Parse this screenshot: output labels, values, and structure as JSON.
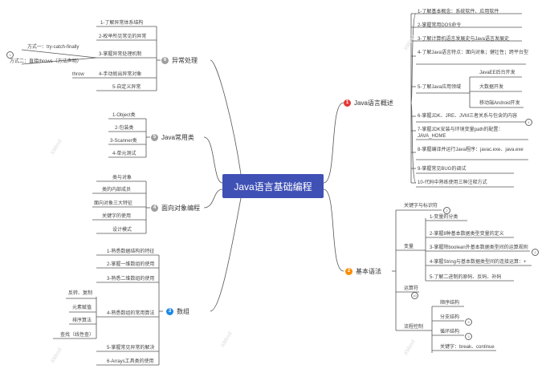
{
  "root": "Java语言基础编程",
  "watermark": "XMind",
  "colors": {
    "root": "#3f51b5",
    "red": "#e53935",
    "orange": "#fb8c00",
    "gray": "#9e9e9e",
    "blue": "#1e88e5",
    "line": "#555555"
  },
  "branches": {
    "overview": {
      "num": "1",
      "title": "Java语言概述",
      "items": [
        "1-了解基本概念：系统软件、应用软件",
        "2-掌握常用DOS命令",
        "3-了解计算机语言发展史与Java语言发展史",
        "4-了解Java语言特点：面向对象；健壮性；跨平台型",
        "5-了解Java应用领域",
        "6-掌握JDK、JRE、JVM三者关系与包含的内容",
        "7-掌握JDK安装与环境变量path的配置：JAVA_HOME",
        "8-掌握编译并运行Java程序：javac.exe、java.exe",
        "9-掌握常见BUG的调试",
        "10-代码中熟练使用三种注释方式"
      ],
      "fields": [
        "JavaEE后台开发",
        "大数据开发",
        "移动端Android开发"
      ]
    },
    "basic": {
      "num": "2",
      "title": "基本语法",
      "groups": {
        "keywords": "关键字与标识符",
        "variables": "变量",
        "variable_items": [
          "1-变量的分类",
          "2-掌握8种基本数据类型变量的定义",
          "3-掌握除boolean外基本数据类型间的运算规则",
          "4-掌握String与基本数据类型间的连接运算：+",
          "5-了解二进制的原码、反码、补码"
        ],
        "operators": "运算符",
        "flow": "流程控制",
        "flow_items": [
          "顺序结构",
          "分支结构",
          "循环结构",
          "关键字：break、continue"
        ]
      }
    },
    "arrays": {
      "num": "3",
      "title": "数组",
      "items": [
        "1-熟悉数据结构的特征",
        "2-掌握一维数组的使用",
        "3-熟悉二维数组的使用",
        "4-熟悉数组的常用算法",
        "5-掌握常见异常的解决",
        "6-Arrays工具类的使用"
      ],
      "algorithms": [
        "反转、复制",
        "元素赋值",
        "排序算法",
        "查找（线性查）"
      ]
    },
    "oop": {
      "num": "4",
      "title": "面向对象编程",
      "items": [
        "类与对象",
        "类的内部成员",
        "面向对象三大特征",
        "关键字的使用",
        "设计模式"
      ]
    },
    "common": {
      "num": "5",
      "title": "Java常用类",
      "items": [
        "1-Object类",
        "2-包装类",
        "3-Scanner类",
        "4-单元测试"
      ]
    },
    "exception": {
      "num": "6",
      "title": "异常处理",
      "items": [
        "1-了解异常体系结构",
        "2-枚举所见常见的异常",
        "3-掌握异常处理机制",
        "4-手动抛出异常对象",
        "5-自定义异常"
      ],
      "methods": [
        "方式一：try-catch-finally",
        "方式二：直接throws（方法声明）"
      ],
      "throw": "throw"
    }
  }
}
